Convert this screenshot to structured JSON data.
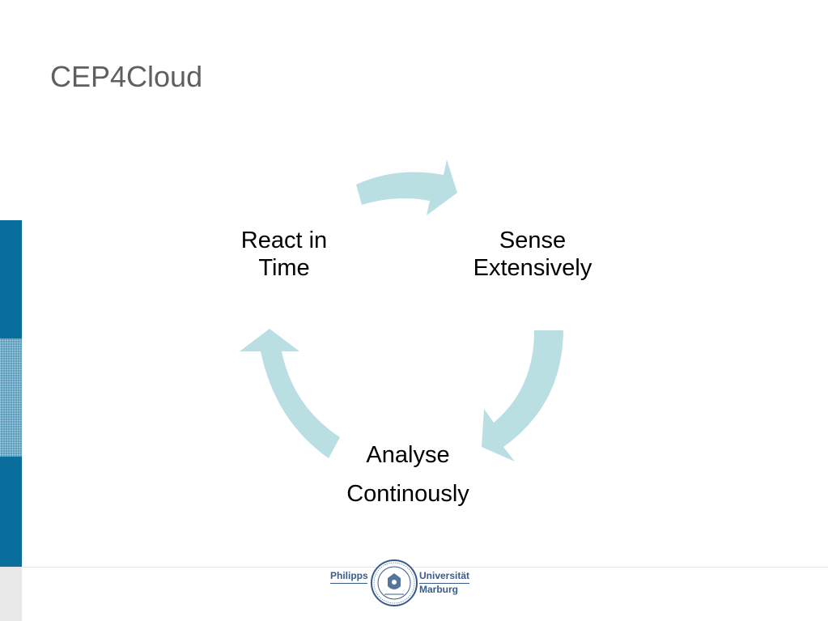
{
  "slide": {
    "title": "CEP4Cloud"
  },
  "cycle": {
    "nodes": [
      {
        "id": "react",
        "lines": [
          "React in",
          "Time"
        ]
      },
      {
        "id": "sense",
        "lines": [
          "Sense",
          "Extensively"
        ]
      },
      {
        "id": "analyse",
        "lines": [
          "Analyse",
          "Continously"
        ]
      }
    ],
    "arrow_color": "#badfe3"
  },
  "footer": {
    "logo_left": "Philipps",
    "logo_right_line1": "Universität",
    "logo_right_line2": "Marburg",
    "seal_text": "PHILIPPS-UNIVERSITÄT MARBURG"
  },
  "colors": {
    "title": "#5f5f5f",
    "side_bar": "#0a6f9c",
    "logo": "#3a5c8c"
  }
}
